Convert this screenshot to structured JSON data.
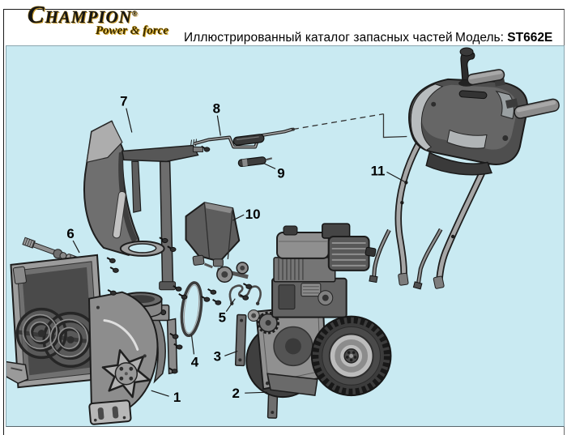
{
  "header": {
    "logo": {
      "brand_initial": "C",
      "brand_rest": "HAMPION",
      "registered": "®",
      "tagline": "Power & force"
    },
    "title": "Иллюстрированный каталог запасных частей",
    "model_label": "Модель:",
    "model_value": "ST662E"
  },
  "diagram": {
    "description": "Exploded-parts view of snow thrower ST662E",
    "background_color": "#c9eaf2",
    "logo_gold_color": "#c79a2a",
    "callouts": [
      {
        "n": "1"
      },
      {
        "n": "2"
      },
      {
        "n": "3"
      },
      {
        "n": "4"
      },
      {
        "n": "5"
      },
      {
        "n": "6"
      },
      {
        "n": "7"
      },
      {
        "n": "8"
      },
      {
        "n": "9"
      },
      {
        "n": "10"
      },
      {
        "n": "11"
      }
    ]
  }
}
